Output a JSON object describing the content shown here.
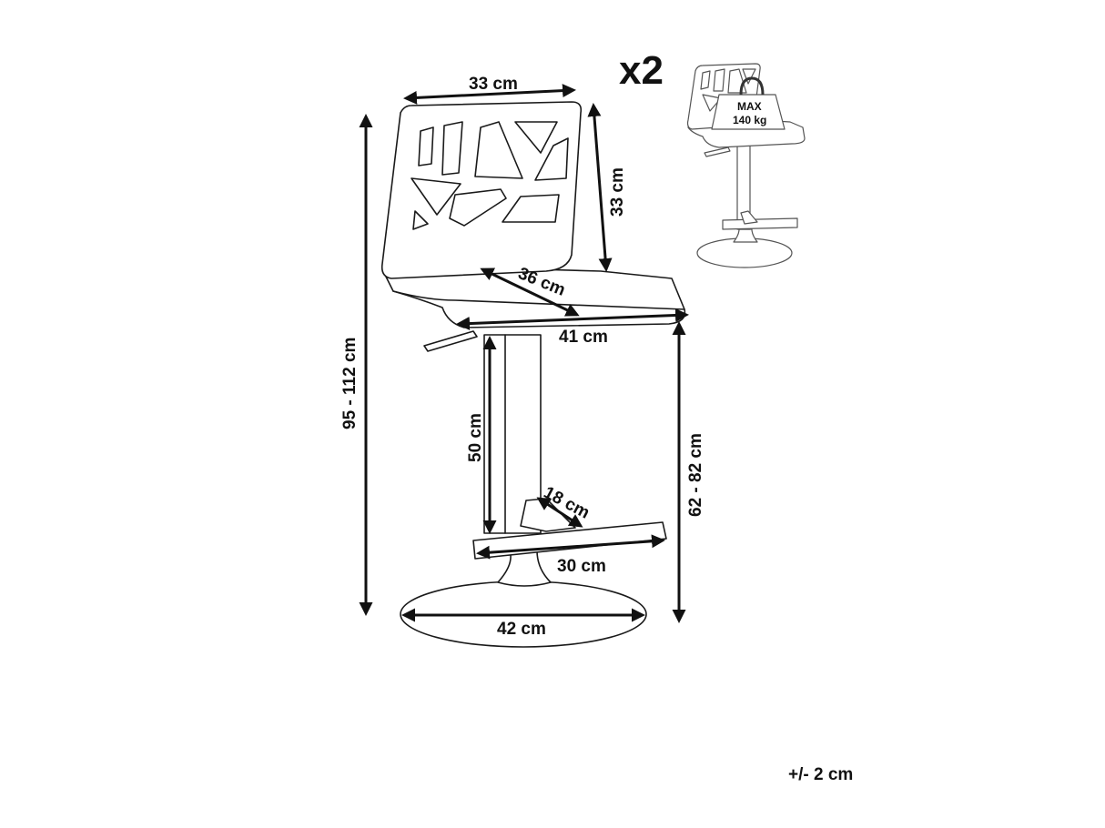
{
  "product": {
    "quantity_label": "x2",
    "max_load_label": "MAX",
    "max_load_value": "140 kg"
  },
  "dimensions": {
    "backrest_width": "33 cm",
    "backrest_height": "33 cm",
    "seat_depth": "36 cm",
    "seat_width": "41 cm",
    "total_height": "95 - 112 cm",
    "column_height": "50 cm",
    "seat_height": "62 - 82 cm",
    "footrest_depth": "18 cm",
    "footrest_width": "30 cm",
    "base_diameter": "42 cm"
  },
  "tolerance": "+/- 2 cm"
}
